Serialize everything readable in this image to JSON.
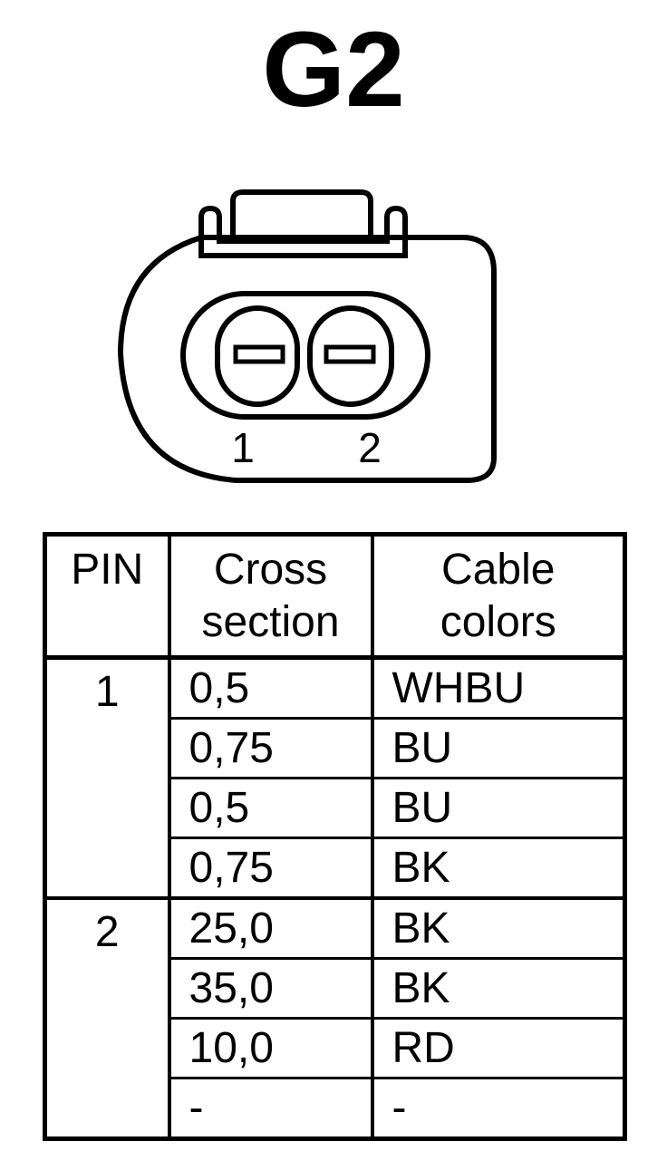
{
  "title": "G2",
  "connector": {
    "pin_labels": [
      "1",
      "2"
    ]
  },
  "table": {
    "headers": [
      [
        "PIN"
      ],
      [
        "Cross",
        "section"
      ],
      [
        "Cable",
        "colors"
      ]
    ],
    "groups": [
      {
        "pin": "1",
        "rows": [
          {
            "cross_section": "0,5",
            "color": "WHBU"
          },
          {
            "cross_section": "0,75",
            "color": "BU"
          },
          {
            "cross_section": "0,5",
            "color": "BU"
          },
          {
            "cross_section": "0,75",
            "color": "BK"
          }
        ]
      },
      {
        "pin": "2",
        "rows": [
          {
            "cross_section": "25,0",
            "color": "BK"
          },
          {
            "cross_section": "35,0",
            "color": "BK"
          },
          {
            "cross_section": "10,0",
            "color": "RD"
          },
          {
            "cross_section": "-",
            "color": "-"
          }
        ]
      }
    ]
  }
}
